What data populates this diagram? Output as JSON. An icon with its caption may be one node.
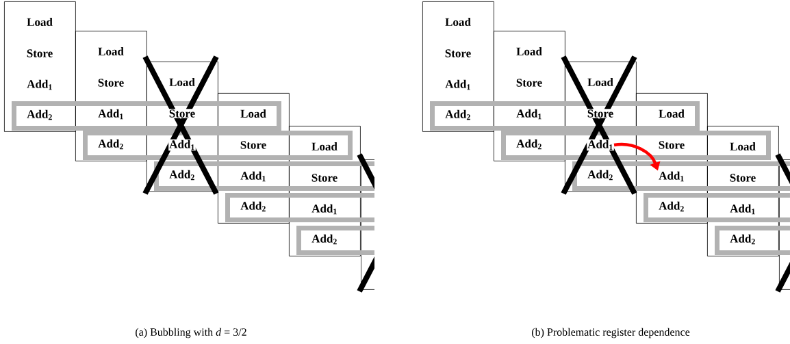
{
  "diagram": {
    "nodes": [
      {
        "text": [],
        "shape": "box"
      },
      {
        "text": [
          "Load"
        ],
        "in": 0
      },
      {
        "text": [
          "Store"
        ],
        "in": 0
      },
      {
        "text": [
          "Add$_{1}$"
        ],
        "in": 0
      },
      {
        "text": [
          "Add$_{2}$"
        ],
        "in": 0
      },
      {
        "text": [],
        "shape": "box"
      },
      {
        "text": [
          "Load"
        ],
        "in": 5
      },
      {
        "text": [
          "Store"
        ],
        "in": 5
      },
      {
        "text": [
          "Add$_{1}$"
        ],
        "in": 5
      },
      {
        "text": [
          "Add$_{2}$"
        ],
        "in": 5
      },
      {
        "text": [],
        "shape": "box"
      },
      {
        "text": [
          "Load"
        ],
        "in": 10
      },
      {
        "text": [
          "Store"
        ],
        "in": 10
      },
      {
        "text": [
          "Add$_{1}$"
        ],
        "in": 10
      },
      {
        "text": [
          "Add$_{2}$"
        ],
        "in": 10
      },
      {
        "text": [],
        "shape": "box"
      },
      {
        "text": [
          "Load"
        ],
        "in": 15
      },
      {
        "text": [
          "Store"
        ],
        "in": 15
      },
      {
        "text": [
          "Add$_{1}$"
        ],
        "in": 15
      },
      {
        "text": [
          "Add$_{2}$"
        ],
        "in": 15
      },
      {
        "text": [],
        "shape": "box"
      },
      {
        "text": [
          "Load"
        ],
        "in": 20
      },
      {
        "text": [
          "Store"
        ],
        "in": 20
      },
      {
        "text": [
          "Add$_{1}$"
        ],
        "in": 20
      },
      {
        "text": [
          "Add$_{2}$"
        ],
        "in": 20
      },
      {
        "text": [],
        "shape": "box"
      },
      {
        "text": [],
        "shape": "box"
      },
      {
        "text": [
          "Load"
        ],
        "in": 26
      },
      {
        "text": [
          "Store"
        ],
        "in": 26
      },
      {
        "text": [
          "Add$_{1}$"
        ],
        "in": 26
      },
      {
        "text": [
          "Add$_{2}$"
        ],
        "in": 26
      },
      {
        "text": [],
        "shape": "box"
      },
      {
        "text": [
          "Load"
        ],
        "in": 31
      },
      {
        "text": [
          "Store"
        ],
        "in": 31
      },
      {
        "text": [
          "Add$_{1}$"
        ],
        "in": 31
      },
      {
        "text": [
          "Add$_{2}$"
        ],
        "in": 31
      },
      {
        "text": [],
        "shape": "box"
      },
      {
        "text": [
          "Load"
        ],
        "in": 36
      },
      {
        "text": [
          "Store"
        ],
        "in": 36
      },
      {
        "text": [
          "Add$_{1}$"
        ],
        "in": 36
      },
      {
        "text": [
          "Add$_{2}$"
        ],
        "in": 36
      },
      {
        "text": [],
        "shape": "box"
      },
      {
        "text": [
          "Load"
        ],
        "in": 41
      },
      {
        "text": [
          "Store"
        ],
        "in": 41
      },
      {
        "text": [
          "Add$_{1}$"
        ],
        "in": 41
      },
      {
        "text": [
          "Add$_{2}$"
        ],
        "in": 41
      },
      {
        "text": [],
        "shape": "box"
      },
      {
        "text": [
          "Load"
        ],
        "in": 46
      },
      {
        "text": [
          "Store"
        ],
        "in": 46
      },
      {
        "text": [
          "Add$_{1}$"
        ],
        "in": 46
      },
      {
        "text": [
          "Add$_{2}$"
        ],
        "in": 46
      },
      {
        "text": [],
        "shape": "box"
      }
    ],
    "edges": [
      {
        "from": 39,
        "to": 44,
        "arrow": "to",
        "color": "#ff0000"
      }
    ],
    "labels": [
      "(a) Bubbling with *d* = 3/2",
      "(b) Problematic register dependence"
    ]
  }
}
